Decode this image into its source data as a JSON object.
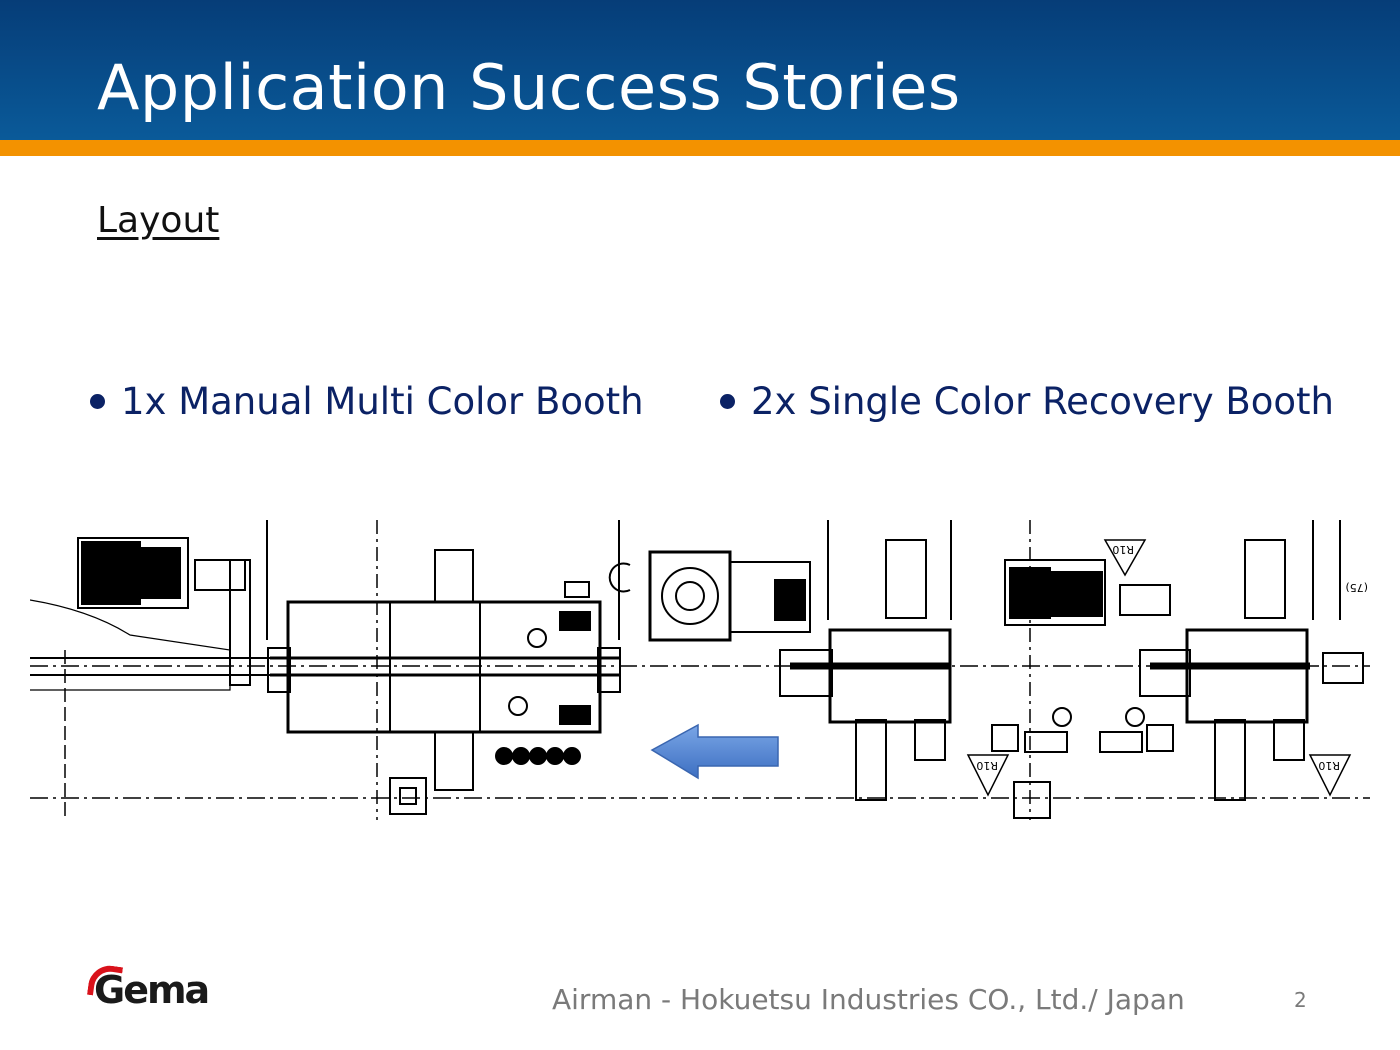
{
  "slide": {
    "title": "Application Success Stories",
    "subheading": "Layout",
    "bullets": [
      {
        "text": "1x Manual Multi Color Booth"
      },
      {
        "text": "2x Single Color Recovery Booth"
      }
    ],
    "diagram": {
      "description": "Plant layout drawing (top view) of powder coating booths",
      "labels": [
        "R10",
        "R10",
        "R10",
        "R10",
        "(75)"
      ],
      "flow_direction": "left"
    },
    "footer": {
      "logo": "Gema",
      "text": "Airman - Hokuetsu Industries CO., Ltd./ Japan",
      "page_number": "2"
    },
    "colors": {
      "header_blue": "#0a4d8c",
      "accent_orange": "#f39200",
      "bullet_navy": "#0b2265",
      "arrow_blue": "#4a7fd0",
      "logo_red": "#d9121b"
    }
  }
}
